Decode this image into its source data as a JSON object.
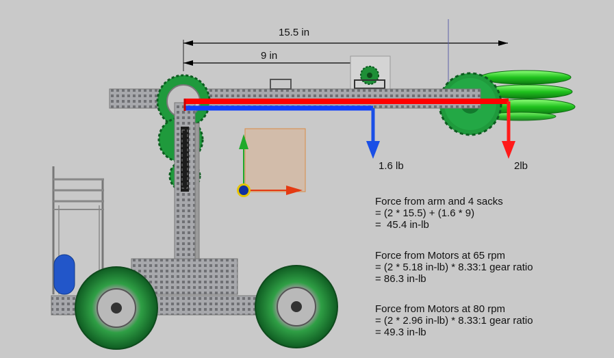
{
  "dimensions": {
    "overall": "15.5 in",
    "arm": "9 in"
  },
  "loads": {
    "arm_weight": "1.6 lb",
    "sack_weight": "2lb"
  },
  "calc_arm": {
    "heading": "Force from arm and 4 sacks",
    "line1": "= (2 * 15.5) + (1.6 * 9)",
    "line2": "=  45.4 in-lb"
  },
  "calc_65": {
    "heading": "Force from Motors at 65 rpm",
    "line1": "= (2 * 5.18 in-lb) * 8.33:1 gear ratio",
    "line2": "= 86.3 in-lb"
  },
  "calc_80": {
    "heading": "Force from Motors at 80 rpm",
    "line1": "= (2 * 2.96 in-lb) * 8.33:1 gear ratio",
    "line2": "= 49.3 in-lb"
  },
  "colors": {
    "background": "#c9c9c9",
    "metal": "#a7a8ac",
    "gear_green": "#1f9a3c",
    "sack_green": "#22c52a",
    "moment_red": "#ff0000",
    "moment_blue": "#1040ff",
    "force_red": "#ff1a1a",
    "force_blue": "#1a4fe6"
  }
}
